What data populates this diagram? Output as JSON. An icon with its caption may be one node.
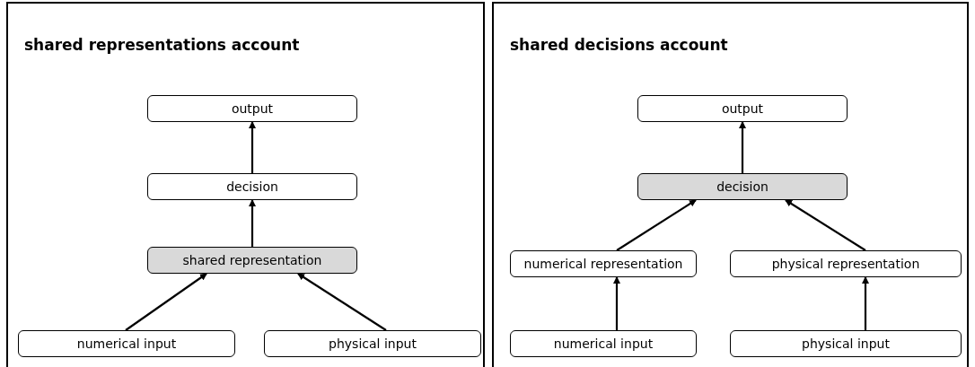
{
  "diagram": {
    "nodes": [
      {
        "text": [
          "shared representations account"
        ]
      },
      {
        "text": [
          "output"
        ],
        "in": 0
      },
      {
        "text": [
          "decision"
        ],
        "in": 0
      },
      {
        "text": [
          "shared representation"
        ],
        "in": 0
      },
      {
        "text": [
          "numerical input"
        ],
        "in": 0
      },
      {
        "text": [
          "physical input"
        ],
        "in": 0
      },
      {
        "text": [
          "shared decisions account"
        ]
      },
      {
        "text": [
          "output"
        ],
        "in": 6
      },
      {
        "text": [
          "decision"
        ],
        "in": 6
      },
      {
        "text": [
          "numerical representation"
        ],
        "in": 6
      },
      {
        "text": [
          "physical representation"
        ],
        "in": 6
      },
      {
        "text": [
          "numerical input"
        ],
        "in": 6
      },
      {
        "text": [
          "physical input"
        ],
        "in": 6
      }
    ],
    "edges": [
      {
        "from": 2,
        "to": 1,
        "arrow": "to"
      },
      {
        "from": 3,
        "to": 2,
        "arrow": "to"
      },
      {
        "from": 4,
        "to": 3,
        "arrow": "to"
      },
      {
        "from": 5,
        "to": 3,
        "arrow": "to"
      },
      {
        "from": 8,
        "to": 7,
        "arrow": "to"
      },
      {
        "from": 9,
        "to": 8,
        "arrow": "to"
      },
      {
        "from": 10,
        "to": 8,
        "arrow": "to"
      },
      {
        "from": 11,
        "to": 9,
        "arrow": "to"
      },
      {
        "from": 12,
        "to": 10,
        "arrow": "to"
      }
    ]
  }
}
